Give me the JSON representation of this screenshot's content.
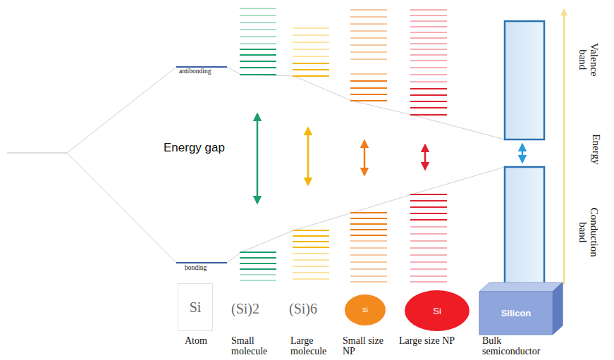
{
  "diagram": {
    "nodes": [
      {
        "text": [
          "Si"
        ]
      },
      {
        "text": [
          "Si"
        ]
      },
      {
        "text": [
          "Si"
        ]
      },
      {
        "text": [
          "Silicon"
        ]
      }
    ],
    "labels": [
      "antibonding",
      "bonding",
      "Energy gap",
      "(Si)2",
      "(Si)6",
      "Atom",
      "Small molecule",
      "Large molecule",
      "Small size NP",
      "Large size NP",
      "Bulk semiconductor",
      "Valence band",
      "Energy",
      "Conduction band"
    ]
  }
}
